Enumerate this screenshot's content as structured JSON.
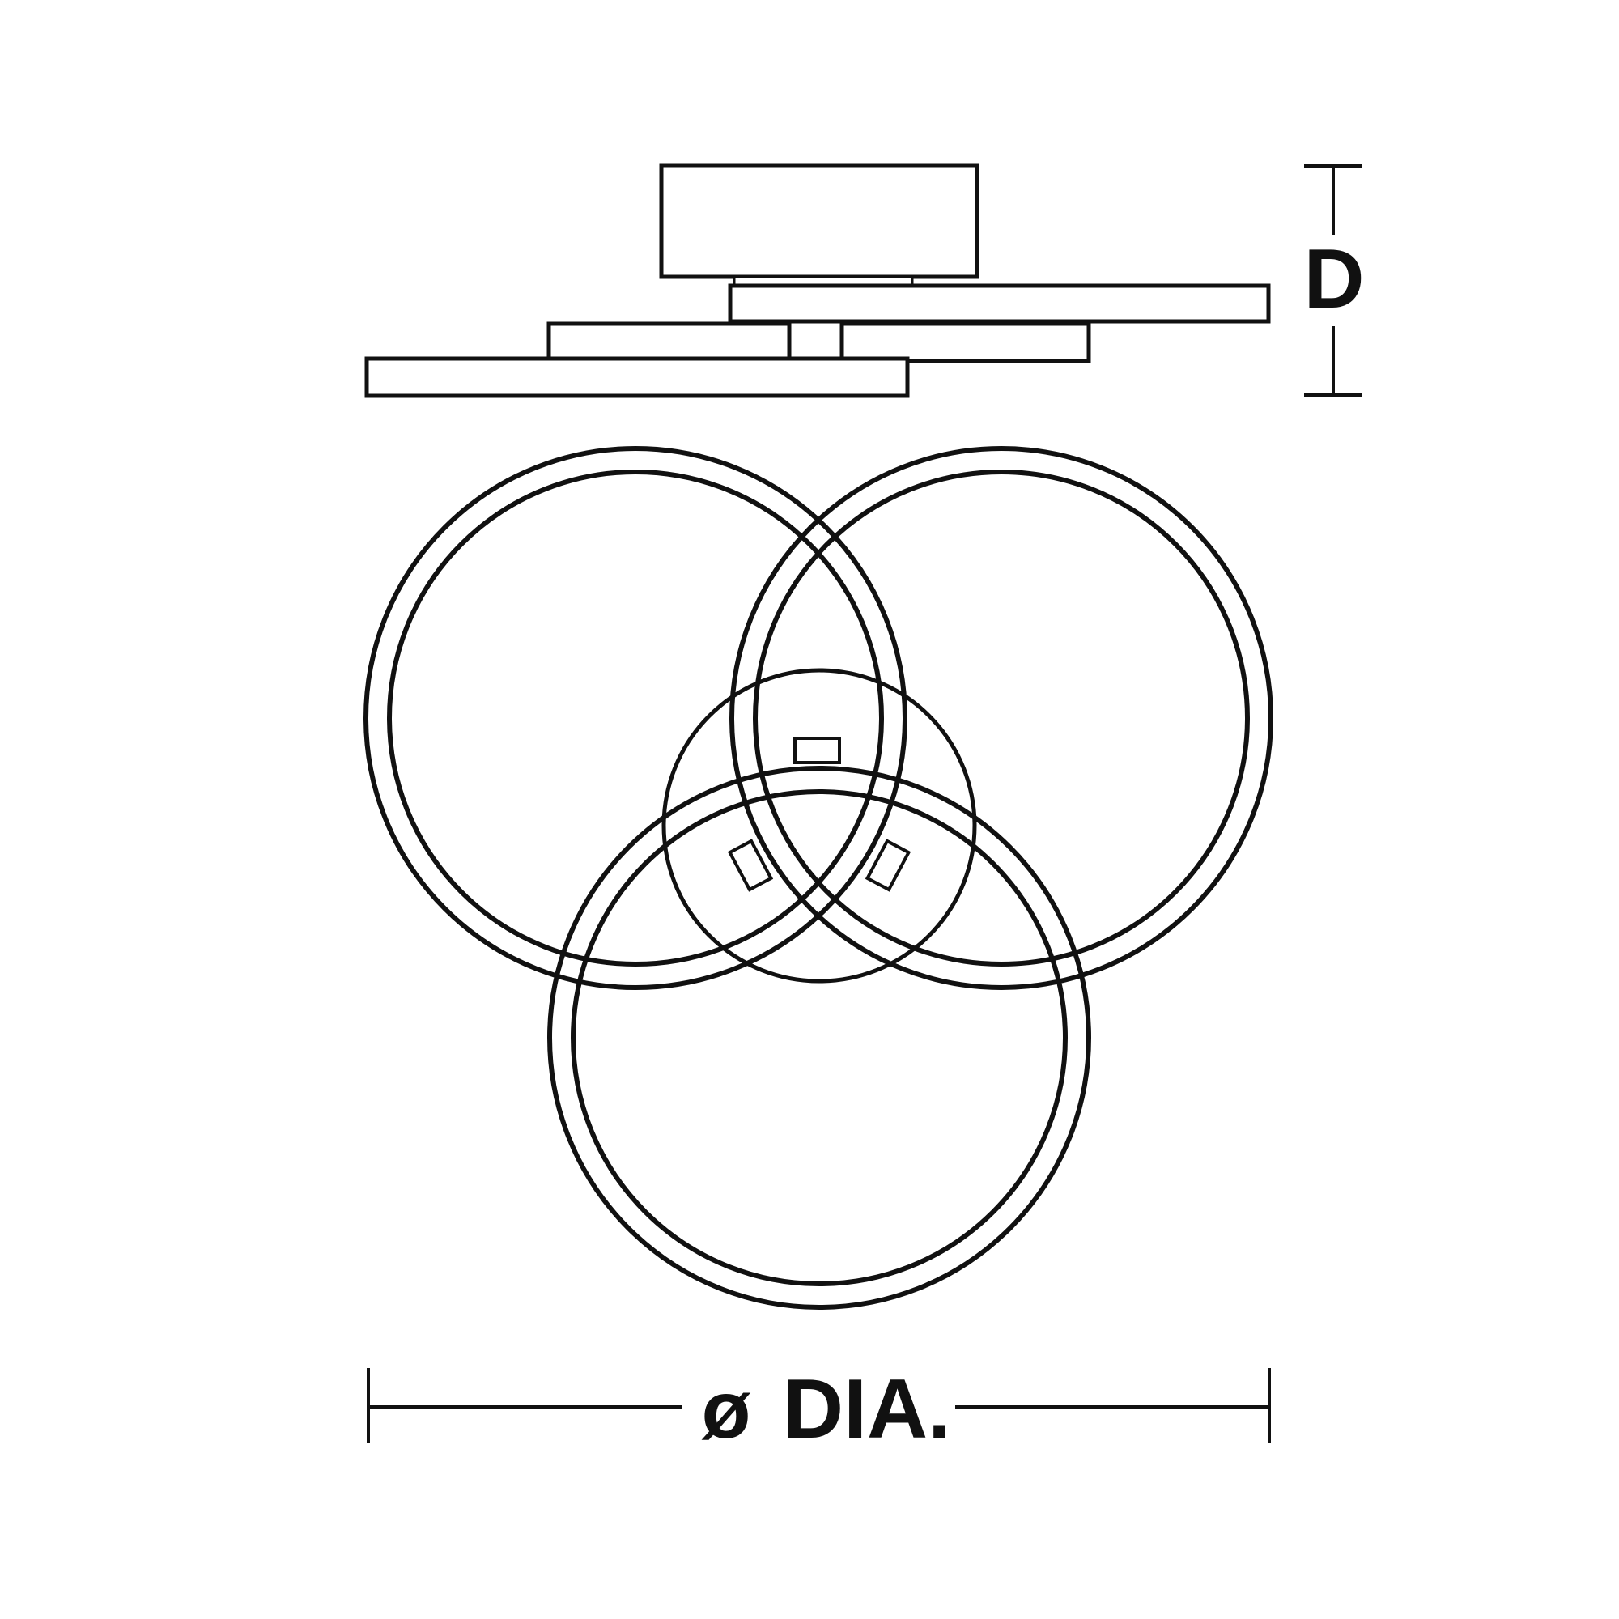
{
  "labels": {
    "depth": "D",
    "diameter_symbol": "ø",
    "diameter": "DIA."
  },
  "colors": {
    "line": "#111111",
    "background": "#ffffff"
  }
}
